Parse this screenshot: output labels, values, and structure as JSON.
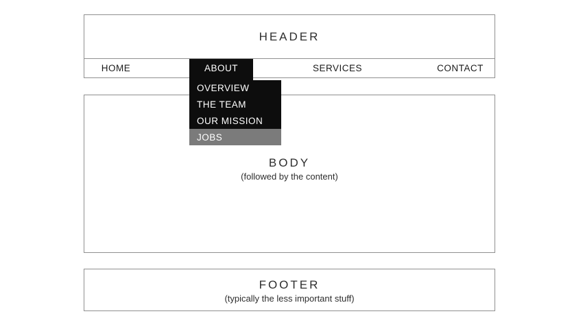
{
  "page": {
    "background": "#ffffff",
    "box_border_color": "#8f8f8f",
    "menu_bg_color": "#0d0d0d",
    "menu_highlight_color": "#7b7b7b",
    "menu_text_color": "#ffffff"
  },
  "header": {
    "title": "HEADER"
  },
  "nav": {
    "items": [
      {
        "label": "HOME",
        "active": false
      },
      {
        "label": "ABOUT",
        "active": true
      },
      {
        "label": "SERVICES",
        "active": false
      },
      {
        "label": "CONTACT",
        "active": false
      }
    ]
  },
  "dropdown": {
    "parent": "ABOUT",
    "items": [
      {
        "label": "OVERVIEW",
        "highlighted": false
      },
      {
        "label": "THE TEAM",
        "highlighted": false
      },
      {
        "label": "OUR MISSION",
        "highlighted": false
      },
      {
        "label": "JOBS",
        "highlighted": true
      }
    ]
  },
  "body_section": {
    "title": "BODY",
    "subtitle": "(followed by the content)"
  },
  "footer": {
    "title": "FOOTER",
    "subtitle": "(typically the less important stuff)"
  }
}
